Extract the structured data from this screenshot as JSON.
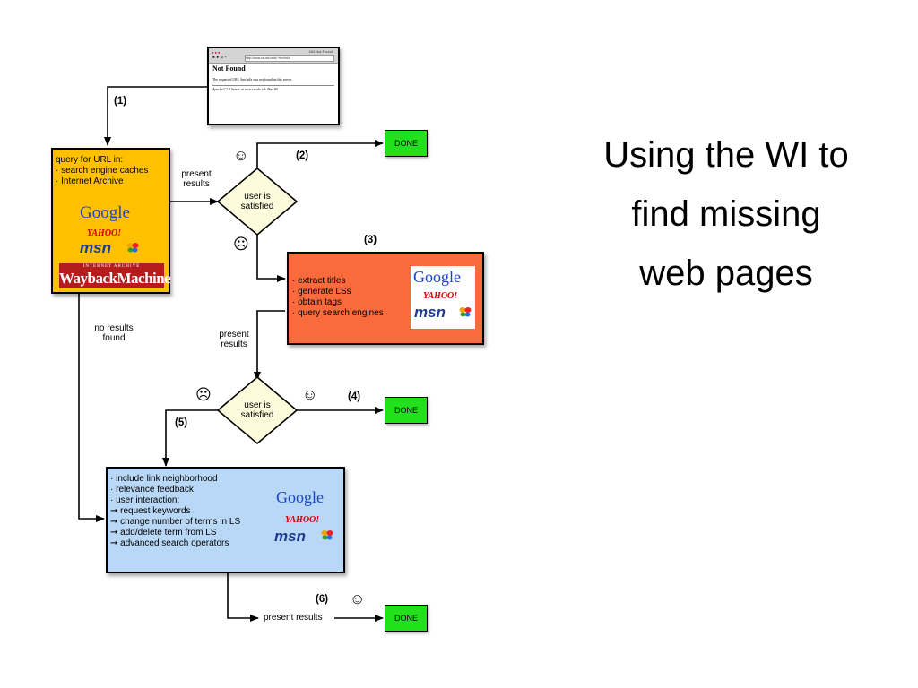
{
  "slide": {
    "title_lines": [
      "Using the WI to",
      "find missing",
      "web pages"
    ]
  },
  "browser": {
    "window_title": "404 Not Found",
    "nav_buttons": "◄ ► ↻ +",
    "url": "http://www.cs.odu.edu/~fmchd/a",
    "heading": "Not Found",
    "message": "The requested URL /fmchd/a was not found on this server.",
    "footer": "Apache/2.2.0 Server at www.cs.odu.edu Port 80"
  },
  "steps": {
    "s1": "(1)",
    "s2": "(2)",
    "s3": "(3)",
    "s4": "(4)",
    "s5": "(5)",
    "s6": "(6)"
  },
  "query_box": {
    "lines": [
      "query for URL in:",
      "· search engine caches",
      "· Internet Archive"
    ]
  },
  "logos": {
    "google": "Google",
    "yahoo": "YAHOO!",
    "msn": "msn",
    "wayback_sup": "INTERNET ARCHIVE",
    "wayback": "WaybackMachine"
  },
  "labels": {
    "present_results": [
      "present",
      "results"
    ],
    "no_results_found": [
      "no results",
      "found"
    ],
    "present_results_inline": "present results"
  },
  "decisions": {
    "d1": [
      "user is",
      "satisfied"
    ],
    "d2": [
      "user is",
      "satisfied"
    ]
  },
  "faces": {
    "happy": "☺",
    "sad": "☹"
  },
  "done_label": "DONE",
  "orange_box": {
    "lines": [
      "· extract titles",
      "· generate LSs",
      "· obtain tags",
      "· query search engines"
    ]
  },
  "blue_box": {
    "lines": [
      "· include link neighborhood",
      "· relevance feedback",
      "· user interaction:",
      "➞ request keywords",
      "➞ change number of terms in LS",
      "➞ add/delete term from LS",
      "➞ advanced search operators"
    ]
  },
  "colors": {
    "query_box": "#ffc000",
    "orange_box": "#f96b3c",
    "blue_box": "#b9d8f7",
    "done": "#22e01b",
    "diamond": "#fcfbdc"
  }
}
